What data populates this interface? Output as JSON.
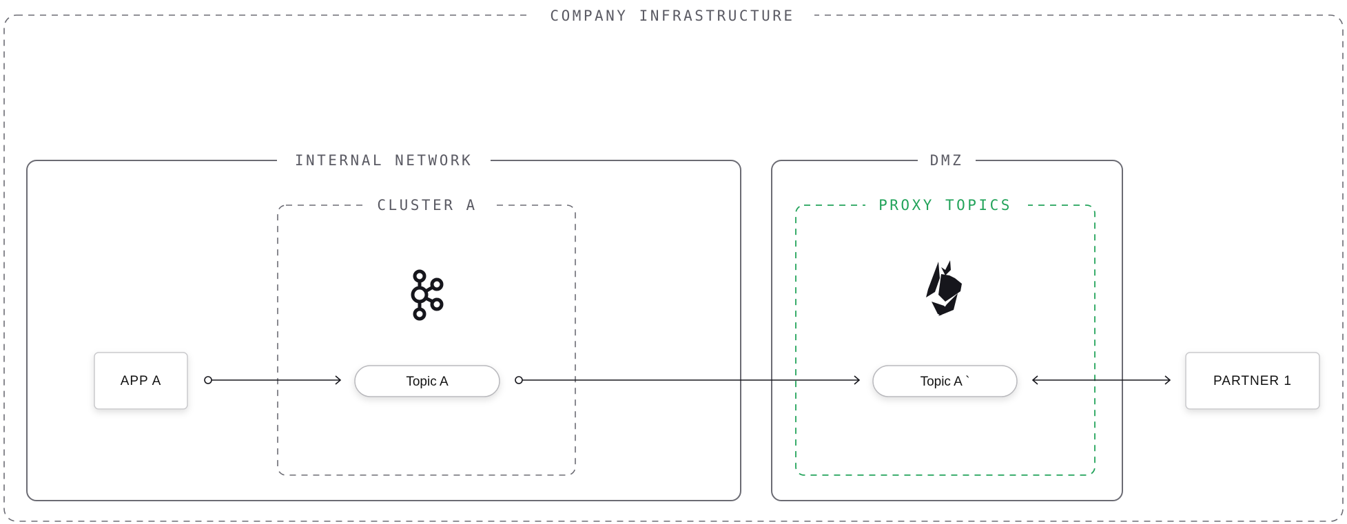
{
  "groups": {
    "company": {
      "label": "COMPANY INFRASTRUCTURE"
    },
    "internal": {
      "label": "INTERNAL NETWORK"
    },
    "cluster": {
      "label": "CLUSTER A"
    },
    "dmz": {
      "label": "DMZ"
    },
    "proxy": {
      "label": "PROXY TOPICS"
    }
  },
  "nodes": {
    "app": {
      "label": "APP A"
    },
    "topic": {
      "label": "Topic A"
    },
    "proxy_topic": {
      "label": "Topic A `"
    },
    "partner": {
      "label": "PARTNER 1"
    }
  },
  "icons": {
    "cluster": "kafka-logo-icon",
    "proxy": "wolf-logo-icon"
  },
  "colors": {
    "accent_green": "#22a35a",
    "border": "#6b6b73",
    "text": "#5a5a63"
  }
}
